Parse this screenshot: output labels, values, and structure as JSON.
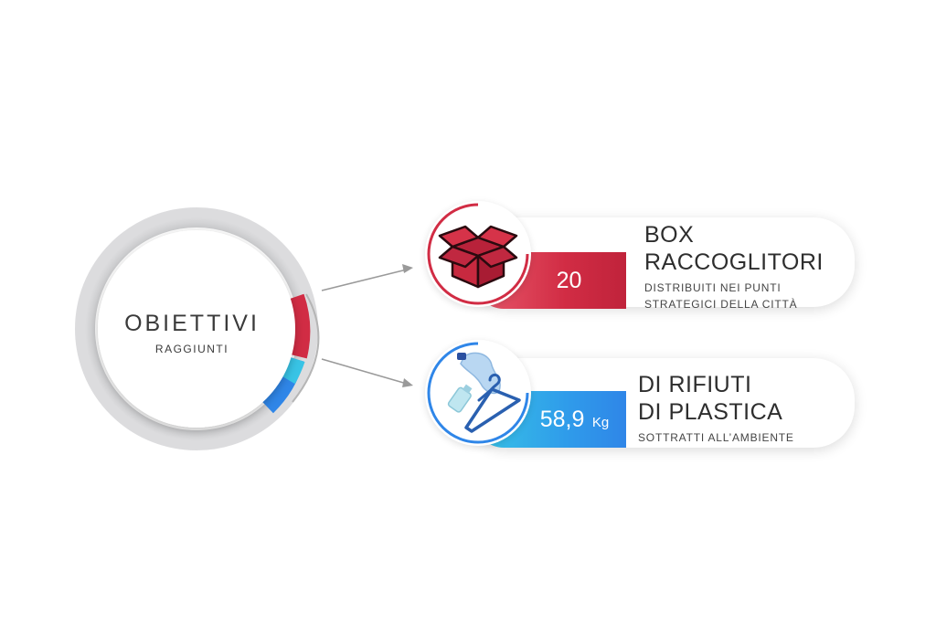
{
  "center": {
    "title": "OBIETTIVI",
    "subtitle": "RAGGIUNTI"
  },
  "cards": [
    {
      "value": "20",
      "title_line1": "BOX",
      "title_line2": "RACCOGLITORI",
      "desc_line1": "DISTRIBUITI NEI PUNTI",
      "desc_line2": "STRATEGICI DELLA CITTÀ",
      "icon": "box-icon",
      "color": "#d12c44"
    },
    {
      "value": "58,9",
      "unit": "Kg",
      "title_line1": "DI RIFIUTI",
      "title_line2": "DI PLASTICA",
      "desc_line1": "SOTTRATTI ALL’AMBIENTE",
      "icon": "plastic-waste-icon",
      "color": "#2f86e8"
    }
  ],
  "colors": {
    "red": "#d12c44",
    "blue": "#2f86e8",
    "cyan": "#38c4e6",
    "ring_gray": "#c9c9cb"
  }
}
